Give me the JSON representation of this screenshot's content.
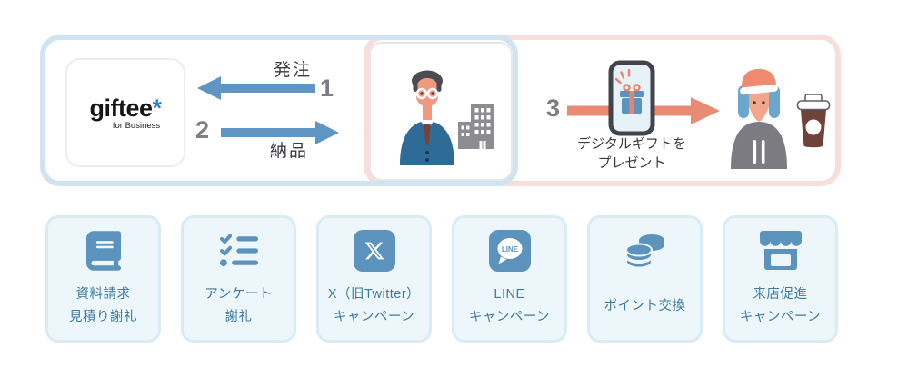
{
  "flow": {
    "provider": {
      "brand": "giftee",
      "asterisk": "*",
      "subtitle": "for Business"
    },
    "order": {
      "number": "1",
      "label": "発注"
    },
    "delivery": {
      "number": "2",
      "label": "納品"
    },
    "gift": {
      "number": "3",
      "caption_line1": "デジタルギフトを",
      "caption_line2": "プレゼント"
    }
  },
  "use_cases": [
    {
      "icon": "book-icon",
      "line1": "資料請求",
      "line2": "見積り謝礼"
    },
    {
      "icon": "checklist-icon",
      "line1": "アンケート",
      "line2": "謝礼"
    },
    {
      "icon": "x-twitter-icon",
      "line1": "X（旧Twitter）",
      "line2": "キャンペーン"
    },
    {
      "icon": "line-app-icon",
      "line1": "LINE",
      "line2": "キャンペーン"
    },
    {
      "icon": "coins-icon",
      "line1": "ポイント交換"
    },
    {
      "icon": "storefront-icon",
      "line1": "来店促進",
      "line2": "キャンペーン"
    }
  ],
  "badges": {
    "line_icon_text": "LINE"
  },
  "colors": {
    "accent_blue": "#5b93bd",
    "panel_blue_border": "#cfe4f0",
    "panel_pink_border": "#f8dedb",
    "arrow_blue": "#5f95c3",
    "arrow_orange": "#e98a72",
    "number_gray": "#7d7d83",
    "card_bg": "#edf6fa",
    "card_border": "#d9ecf4",
    "card_text": "#3e7aa2",
    "giftee_asterisk_blue": "#2b7fd8"
  }
}
